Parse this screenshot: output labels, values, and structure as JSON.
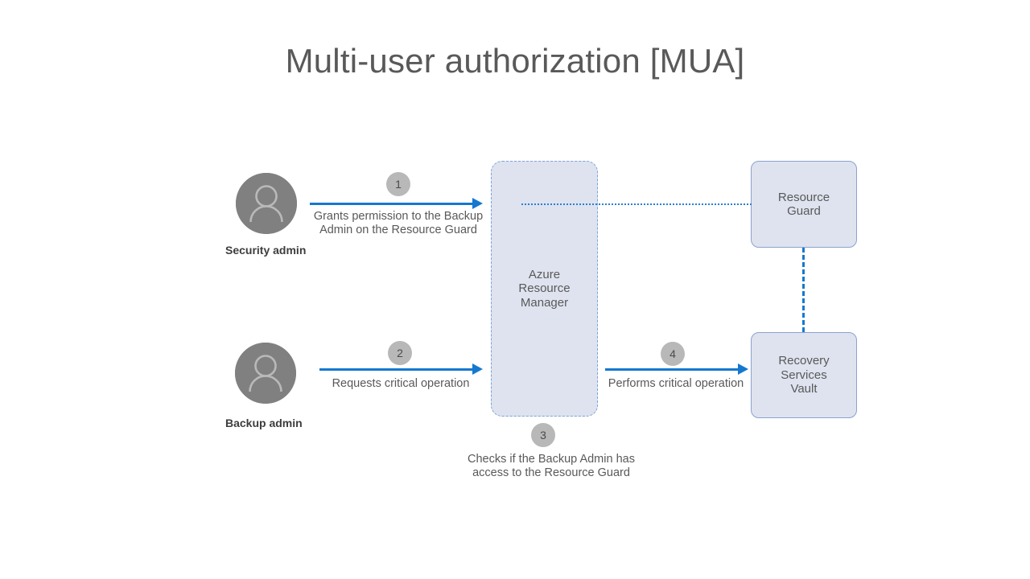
{
  "title": "Multi-user authorization [MUA]",
  "actors": [
    {
      "id": "security-admin",
      "label": "Security admin",
      "icon": "person-avatar-icon"
    },
    {
      "id": "backup-admin",
      "label": "Backup admin",
      "icon": "person-avatar-icon"
    }
  ],
  "nodes": [
    {
      "id": "azure-resource-manager",
      "label": "Azure\nResource\nManager",
      "line1": "Azure",
      "line2": "Resource",
      "line3": "Manager"
    },
    {
      "id": "resource-guard",
      "label": "Resource Guard",
      "line1": "Resource",
      "line2": "Guard"
    },
    {
      "id": "recovery-services-vault",
      "label": "Recovery Services Vault",
      "line1": "Recovery",
      "line2": "Services",
      "line3": "Vault"
    }
  ],
  "steps": [
    {
      "number": "1",
      "caption_line1": "Grants permission to the Backup",
      "caption_line2": "Admin on the Resource Guard",
      "from": "security-admin",
      "to": "azure-resource-manager"
    },
    {
      "number": "2",
      "caption_line1": "Requests critical operation",
      "caption_line2": "",
      "from": "backup-admin",
      "to": "azure-resource-manager"
    },
    {
      "number": "3",
      "caption_line1": "Checks if the Backup Admin has",
      "caption_line2": "access to the Resource Guard",
      "from": "azure-resource-manager",
      "to": "resource-guard"
    },
    {
      "number": "4",
      "caption_line1": "Performs critical operation",
      "caption_line2": "",
      "from": "azure-resource-manager",
      "to": "recovery-services-vault"
    }
  ],
  "colors": {
    "arrow_blue": "#1578cf",
    "box_fill": "#dee3ef",
    "box_border": "#8ba3cc",
    "avatar_gray": "#808080",
    "badge_gray": "#b8b8b8",
    "title_gray": "#595959"
  }
}
